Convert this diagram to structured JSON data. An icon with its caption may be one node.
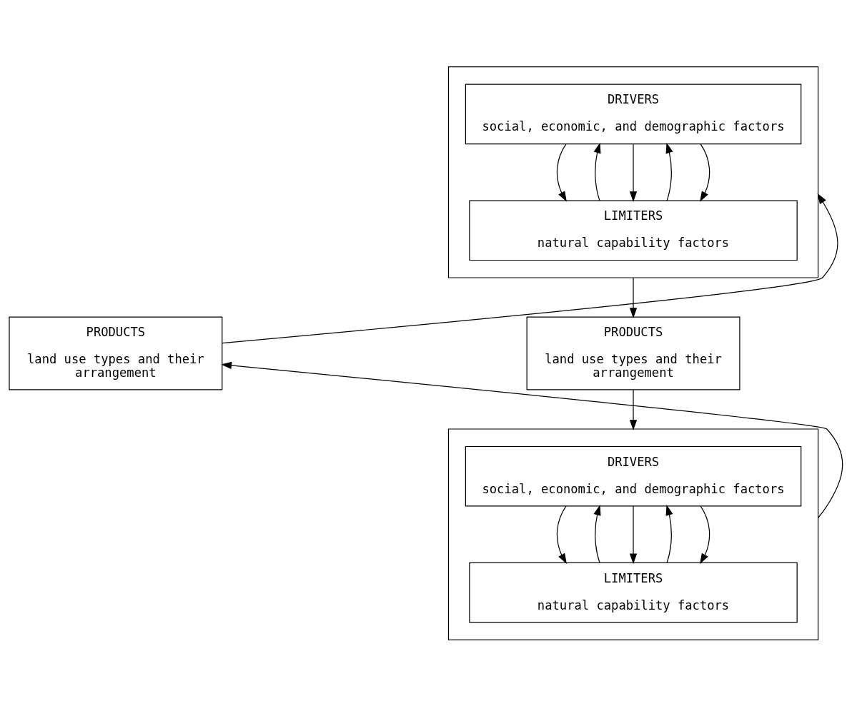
{
  "diagram": {
    "nodes": [
      {
        "text": [],
        "shape": "box"
      },
      {
        "text": [
          "DRIVERS",
          "social, economic, and demographic factors"
        ],
        "in": 0
      },
      {
        "text": [
          "LIMITERS",
          "natural capability factors"
        ],
        "in": 0
      },
      {
        "text": [
          "PRODUCTS",
          "land use types and their arrangement"
        ]
      },
      {
        "text": [
          "PRODUCTS",
          "land use types and their arrangement"
        ]
      },
      {
        "text": [],
        "shape": "box"
      },
      {
        "text": [
          "DRIVERS",
          "social, economic, and demographic factors"
        ],
        "in": 5
      },
      {
        "text": [
          "LIMITERS",
          "natural capability factors"
        ],
        "in": 5
      }
    ],
    "edges": [
      {
        "from": 1,
        "to": 2,
        "arrow": "to"
      },
      {
        "from": 2,
        "to": 1,
        "arrow": "to"
      },
      {
        "from": 1,
        "to": 2,
        "arrow": "to"
      },
      {
        "from": 2,
        "to": 1,
        "arrow": "to"
      },
      {
        "from": 1,
        "to": 2,
        "arrow": "to"
      },
      {
        "from": 0,
        "to": 4,
        "arrow": "to"
      },
      {
        "from": 4,
        "to": 5,
        "arrow": "to"
      },
      {
        "from": 5,
        "to": 3,
        "arrow": "to"
      },
      {
        "from": 3,
        "to": 0,
        "arrow": "to"
      },
      {
        "from": 6,
        "to": 7,
        "arrow": "to"
      },
      {
        "from": 7,
        "to": 6,
        "arrow": "to"
      },
      {
        "from": 6,
        "to": 7,
        "arrow": "to"
      },
      {
        "from": 7,
        "to": 6,
        "arrow": "to"
      },
      {
        "from": 6,
        "to": 7,
        "arrow": "to"
      }
    ]
  }
}
